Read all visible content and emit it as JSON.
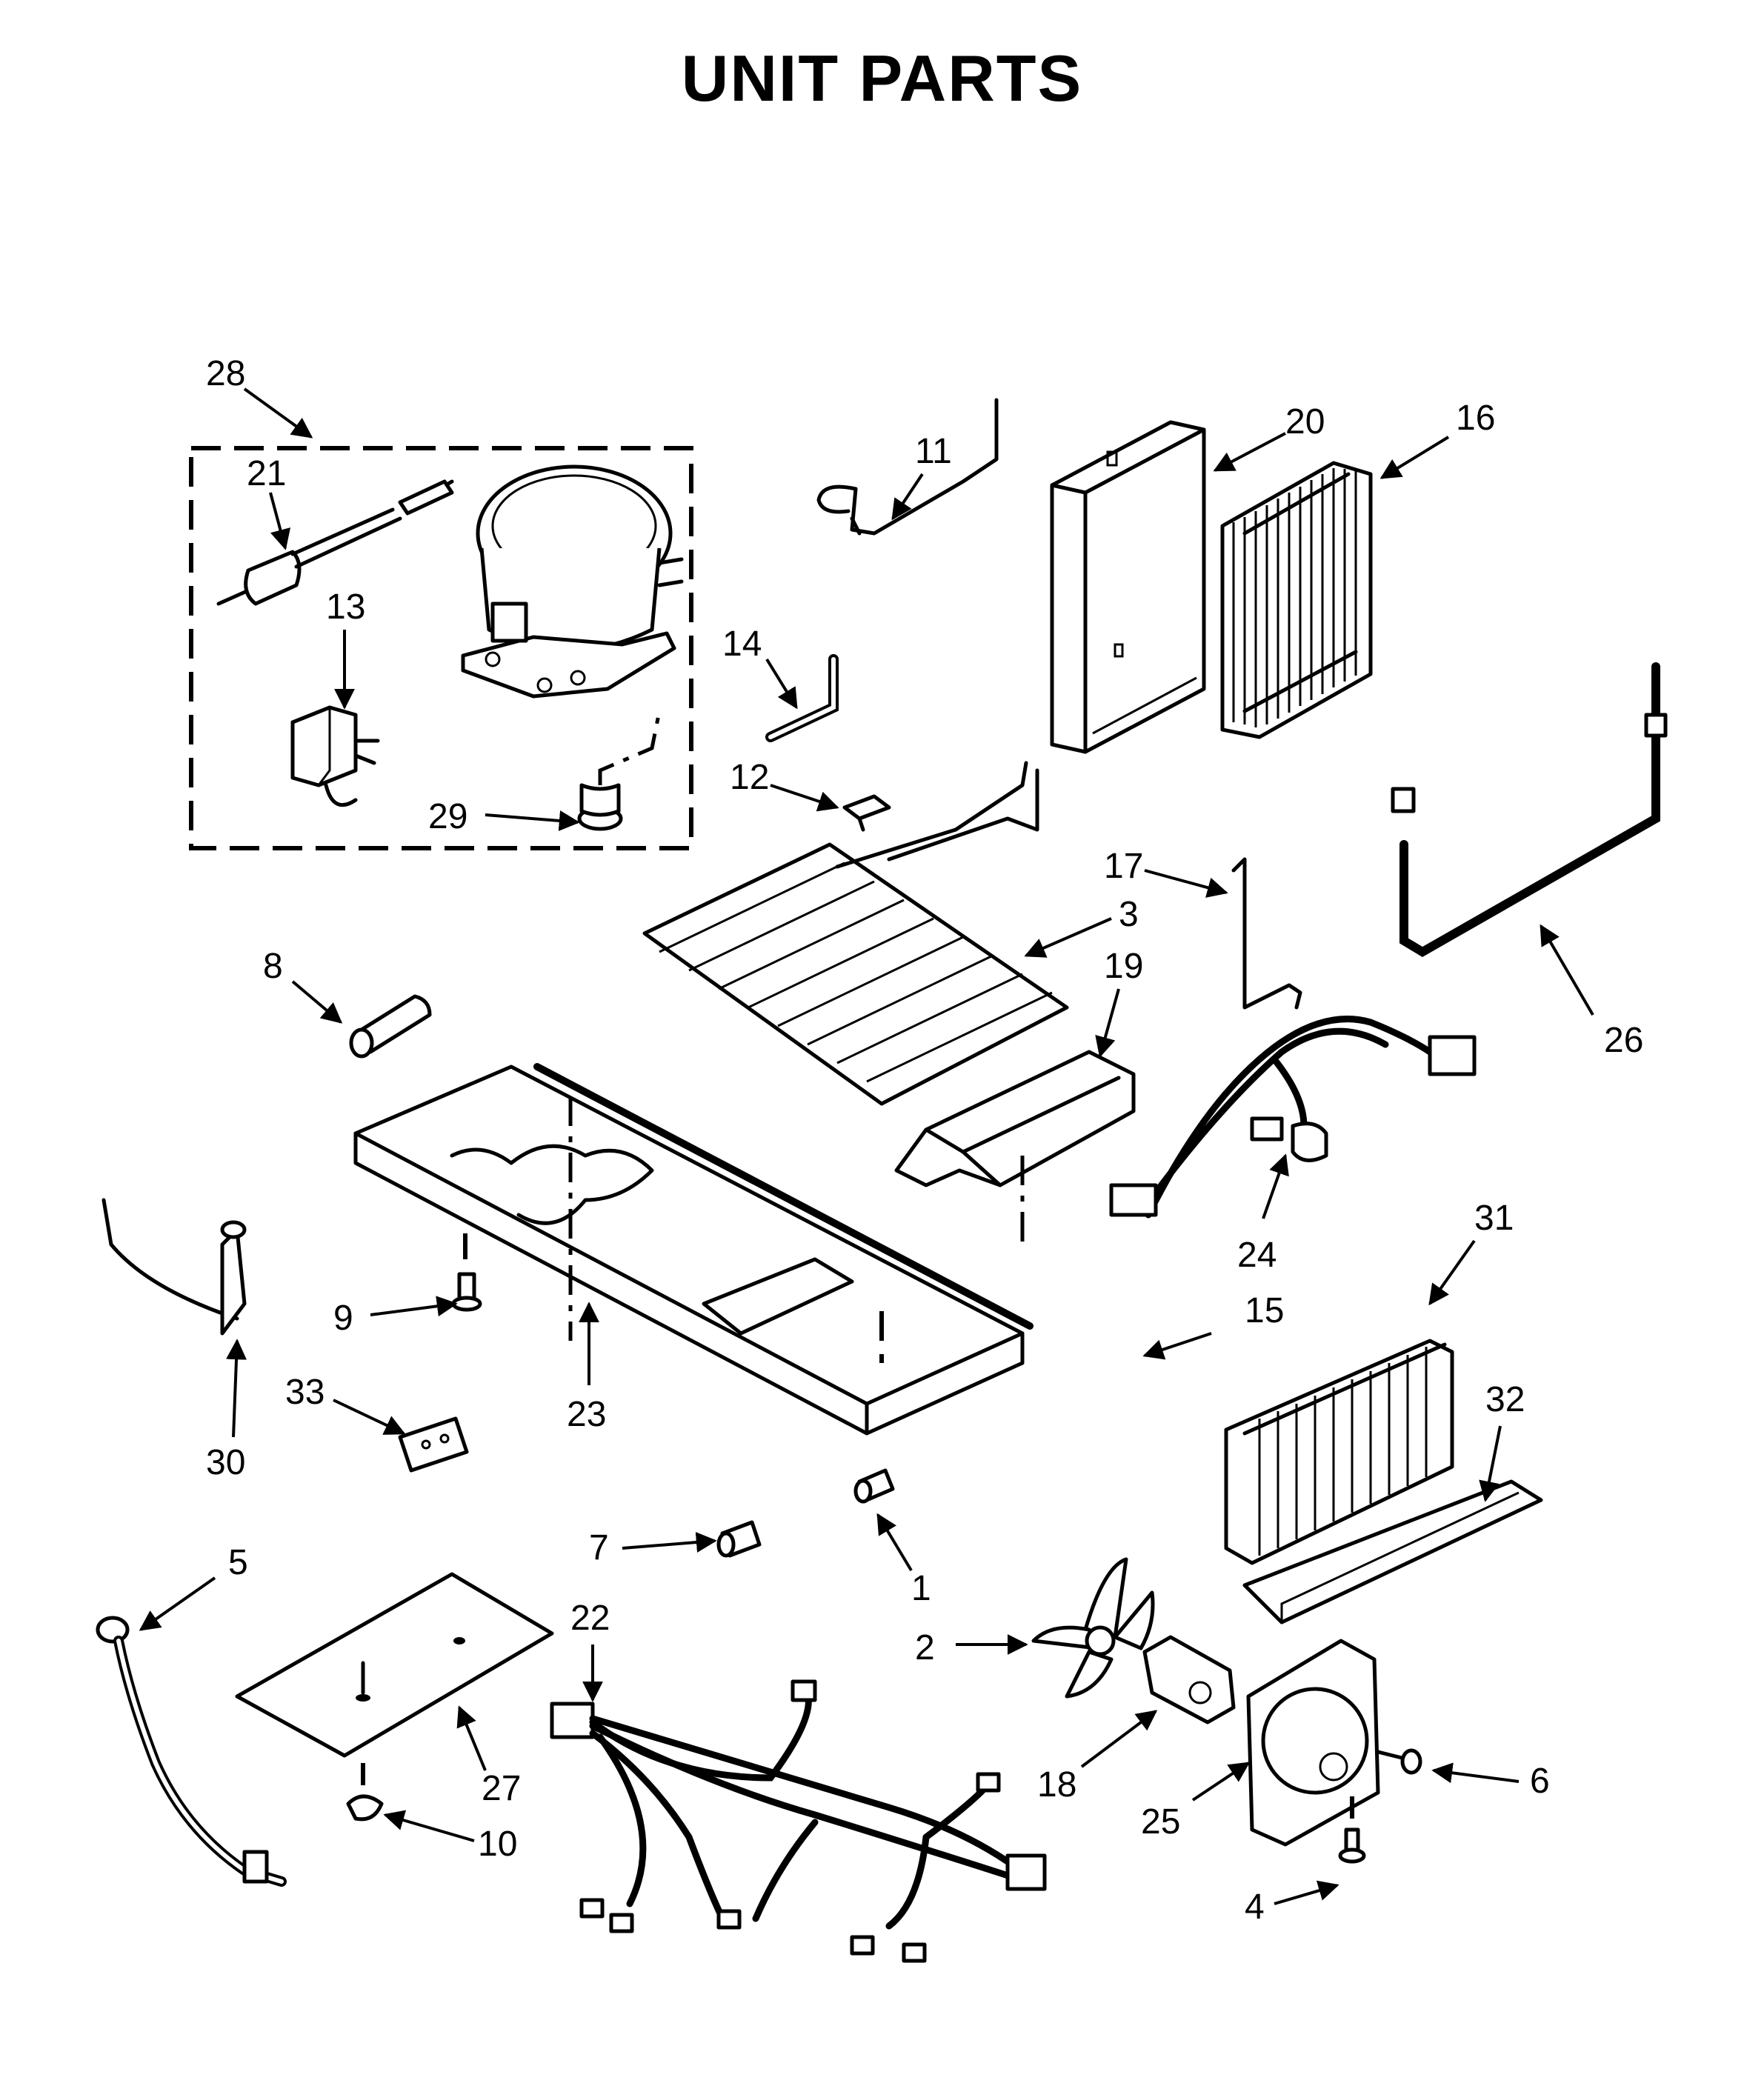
{
  "title": "UNIT PARTS",
  "callouts": {
    "c1": "1",
    "c2": "2",
    "c3": "3",
    "c4": "4",
    "c5": "5",
    "c6": "6",
    "c7": "7",
    "c8": "8",
    "c9": "9",
    "c10": "10",
    "c11": "11",
    "c12": "12",
    "c13": "13",
    "c14": "14",
    "c15": "15",
    "c16": "16",
    "c17": "17",
    "c18": "18",
    "c19": "19",
    "c20": "20",
    "c21": "21",
    "c22": "22",
    "c23": "23",
    "c24": "24",
    "c25": "25",
    "c26": "26",
    "c27": "27",
    "c28": "28",
    "c29": "29",
    "c30": "30",
    "c31": "31",
    "c32": "32",
    "c33": "33"
  }
}
